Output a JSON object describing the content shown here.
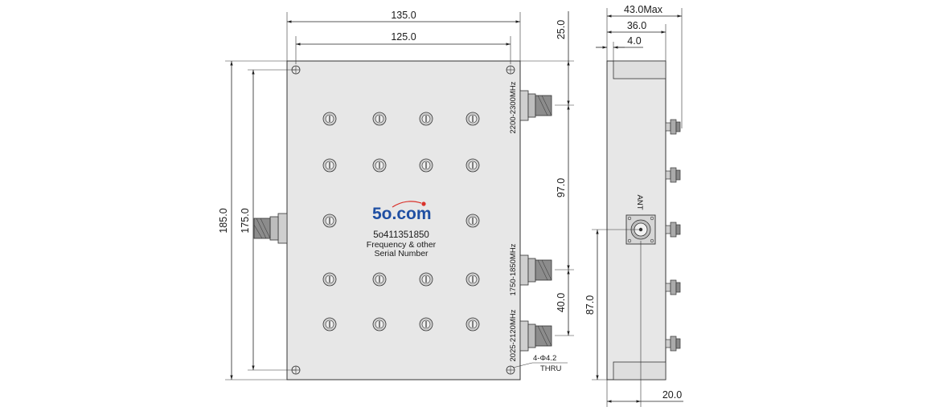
{
  "front_view": {
    "dims": {
      "width_overall": "135.0",
      "width_holes": "125.0",
      "height_overall": "185.0",
      "height_holes": "175.0",
      "top_offset": "25.0",
      "port_spacing_upper": "97.0",
      "port_spacing_lower": "40.0"
    },
    "port_labels": {
      "port_1": "2200-2300MHz",
      "port_2": "1750-1850MHz",
      "port_3": "2025-2120MHz"
    },
    "hole_note_line1": "4-Φ4.2",
    "hole_note_line2": "THRU",
    "logo": {
      "text": "5o.com",
      "color": "#1f4fa3",
      "accent": "#d9322b"
    },
    "model_number": "5o411351850",
    "label_line1": "Frequency & other",
    "label_line2": "Serial Number"
  },
  "side_view": {
    "dims": {
      "depth_max": "43.0Max",
      "depth_body": "36.0",
      "flange": "4.0",
      "ant_height": "87.0",
      "ant_offset": "20.0"
    },
    "ant_label": "ANT"
  }
}
